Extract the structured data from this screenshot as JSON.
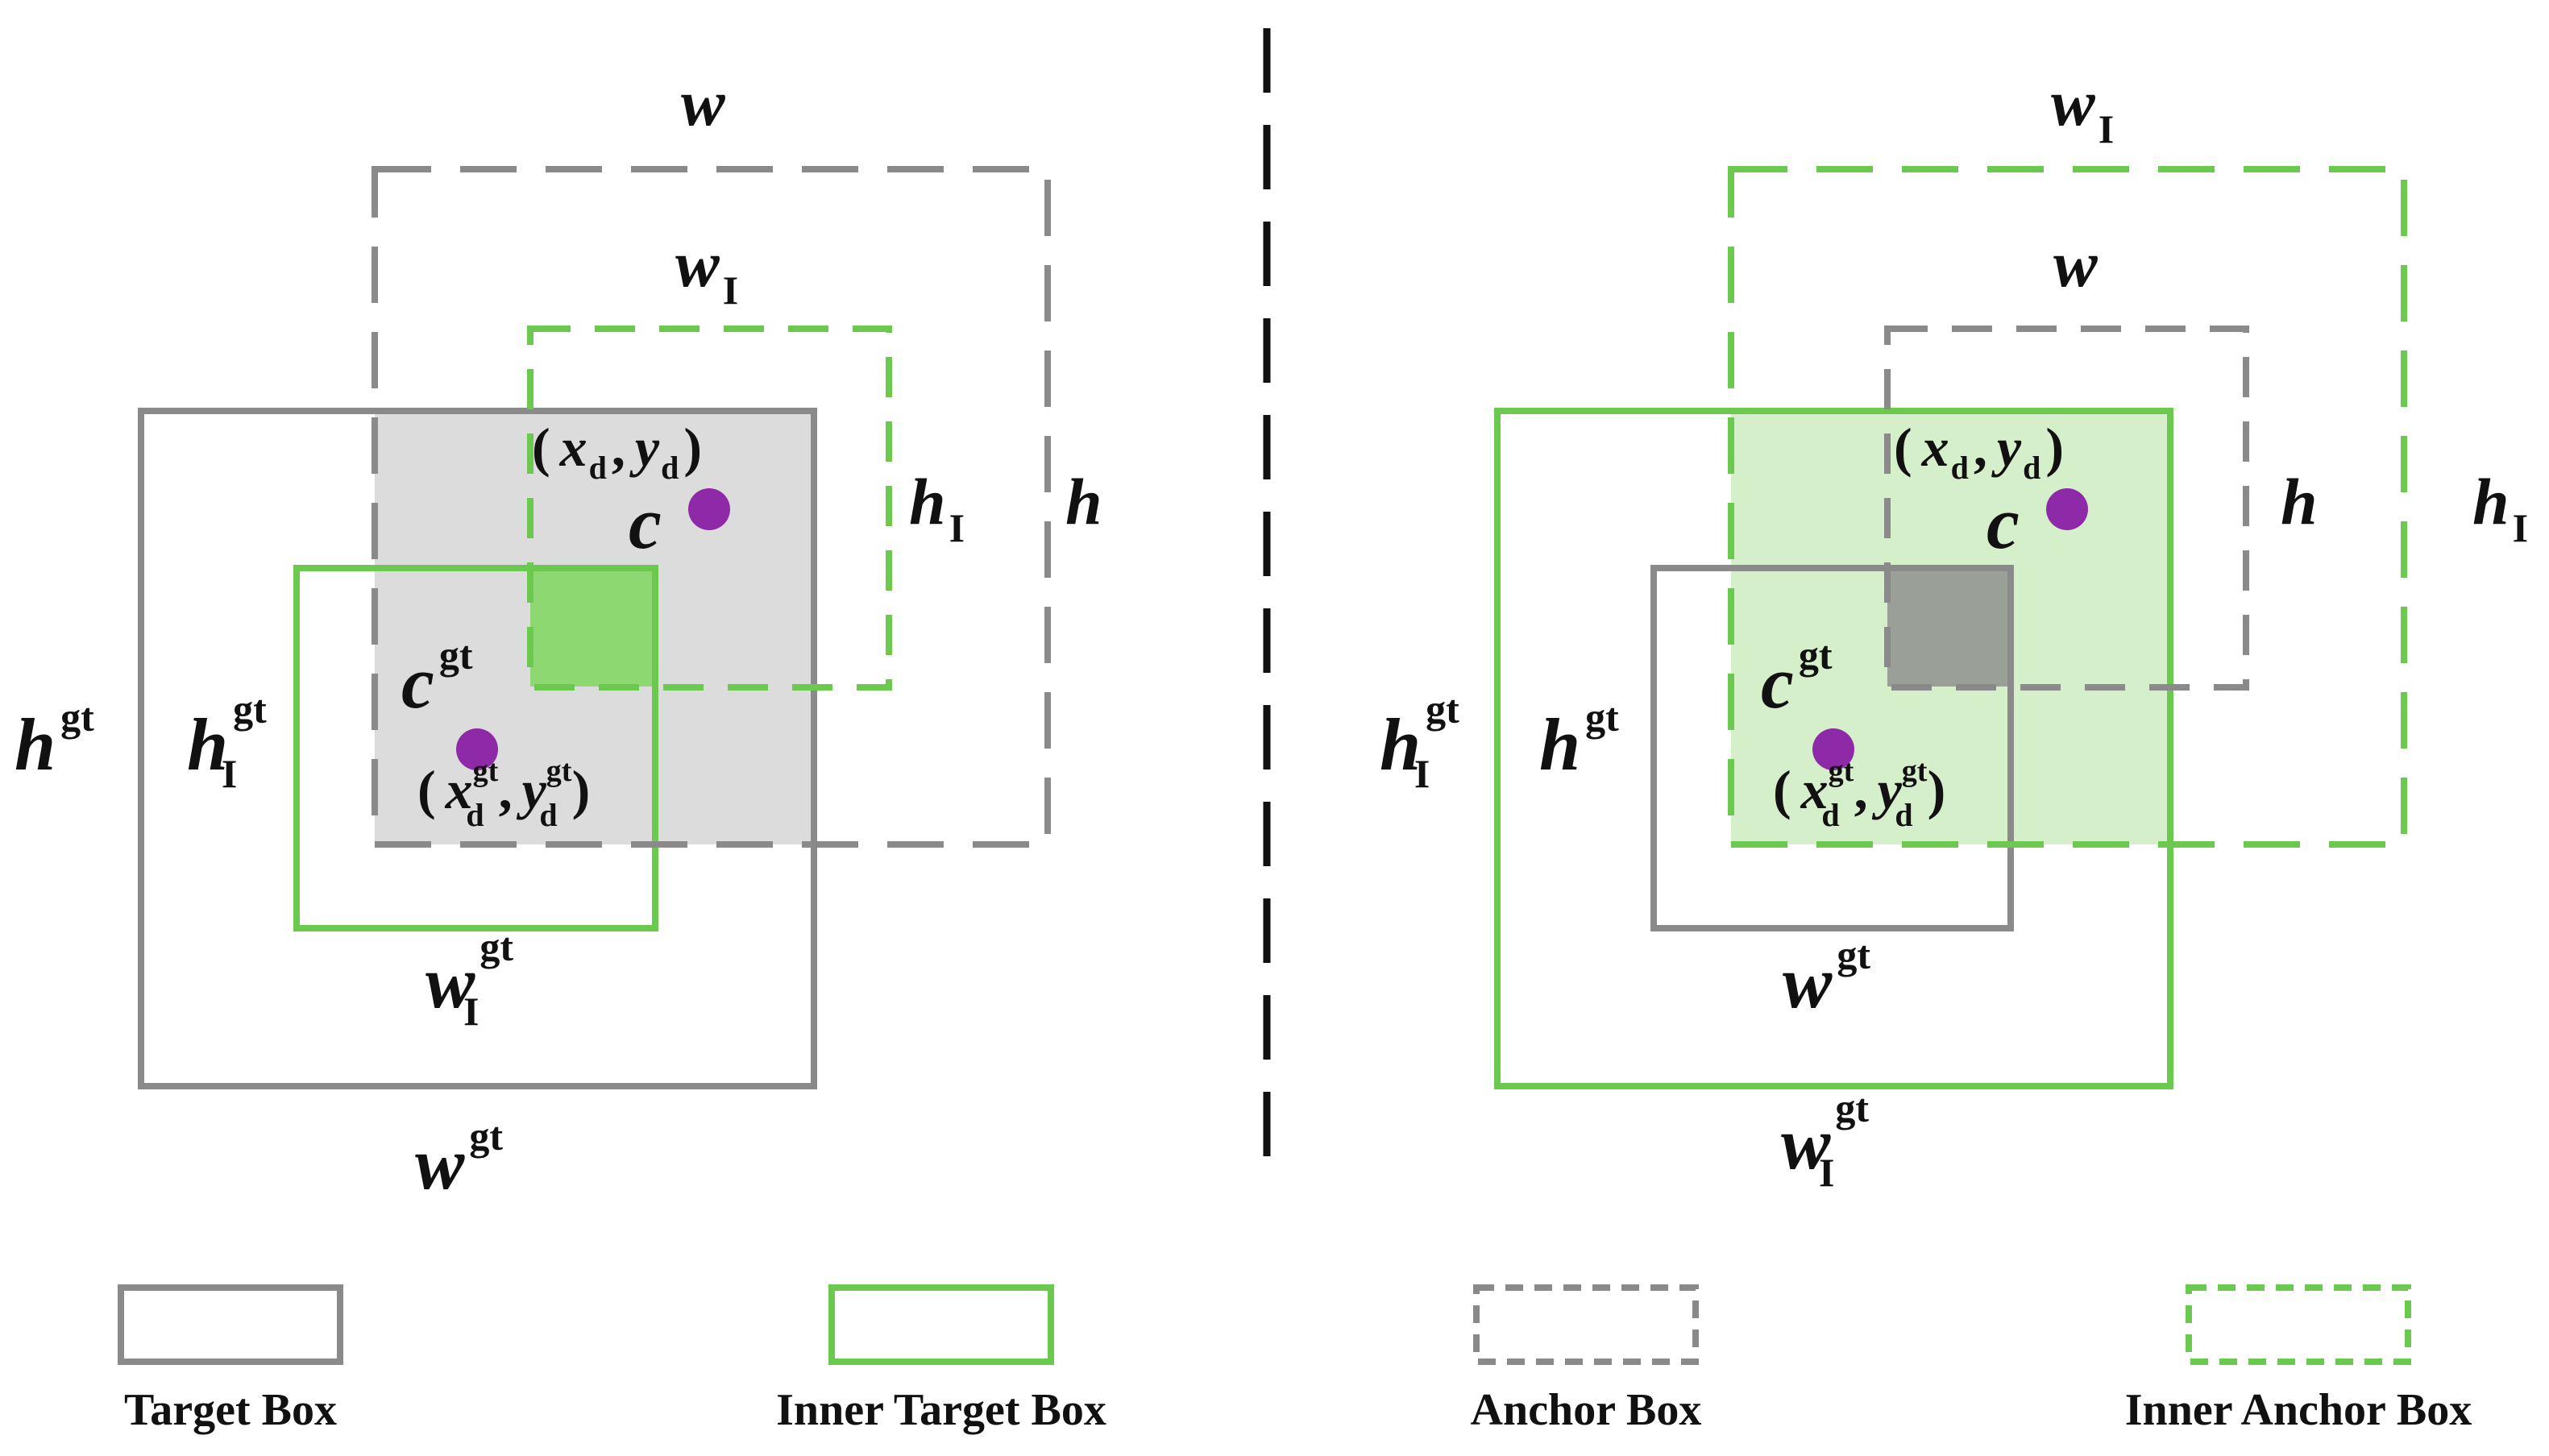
{
  "colors": {
    "gray": "#8a8a8a",
    "green": "#6cc94f",
    "gray_fill": "#dcdcdc",
    "green_fill": "#d6efcb",
    "green_overlap": "#8ed872",
    "gray_overlap": "#9a9f98",
    "dot": "#8e2aa8",
    "divider": "#111111"
  },
  "symbols": {
    "w": "w",
    "h": "h",
    "c": "c",
    "x": "x",
    "y": "y",
    "sub_I": "I",
    "sub_d": "d",
    "sup_gt": "gt",
    "paren_open": "(",
    "paren_close": ")",
    "comma": ","
  },
  "legend": {
    "target_box": "Target Box",
    "inner_target_box": "Inner Target Box",
    "anchor_box": "Anchor Box",
    "inner_anchor_box": "Inner Anchor Box"
  }
}
